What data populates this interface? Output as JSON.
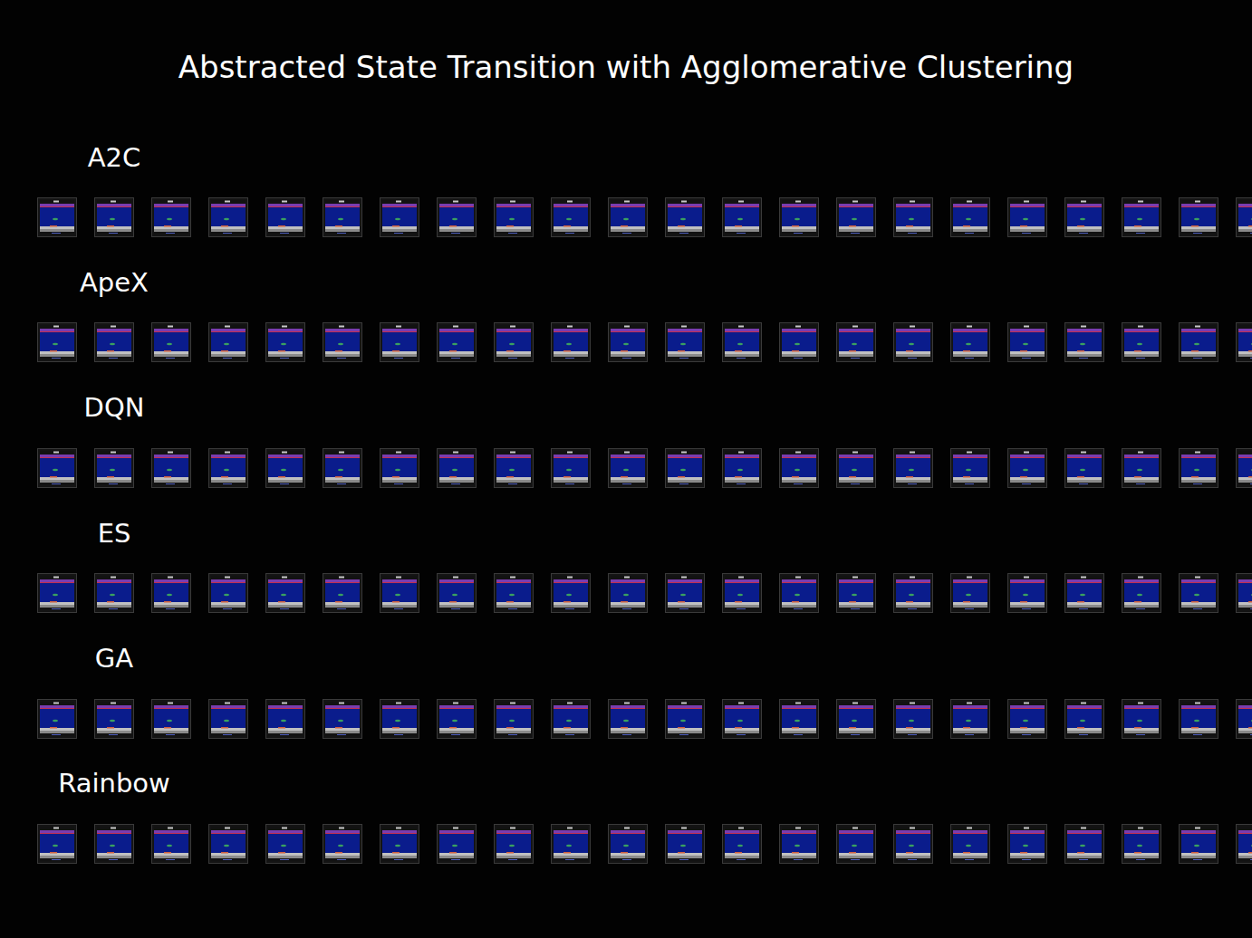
{
  "diagram": {
    "title": "Abstracted State Transition with Agglomerative Clustering",
    "labels": [
      "A2C",
      "ApeX",
      "DQN",
      "ES",
      "GA",
      "Rainbow"
    ]
  }
}
